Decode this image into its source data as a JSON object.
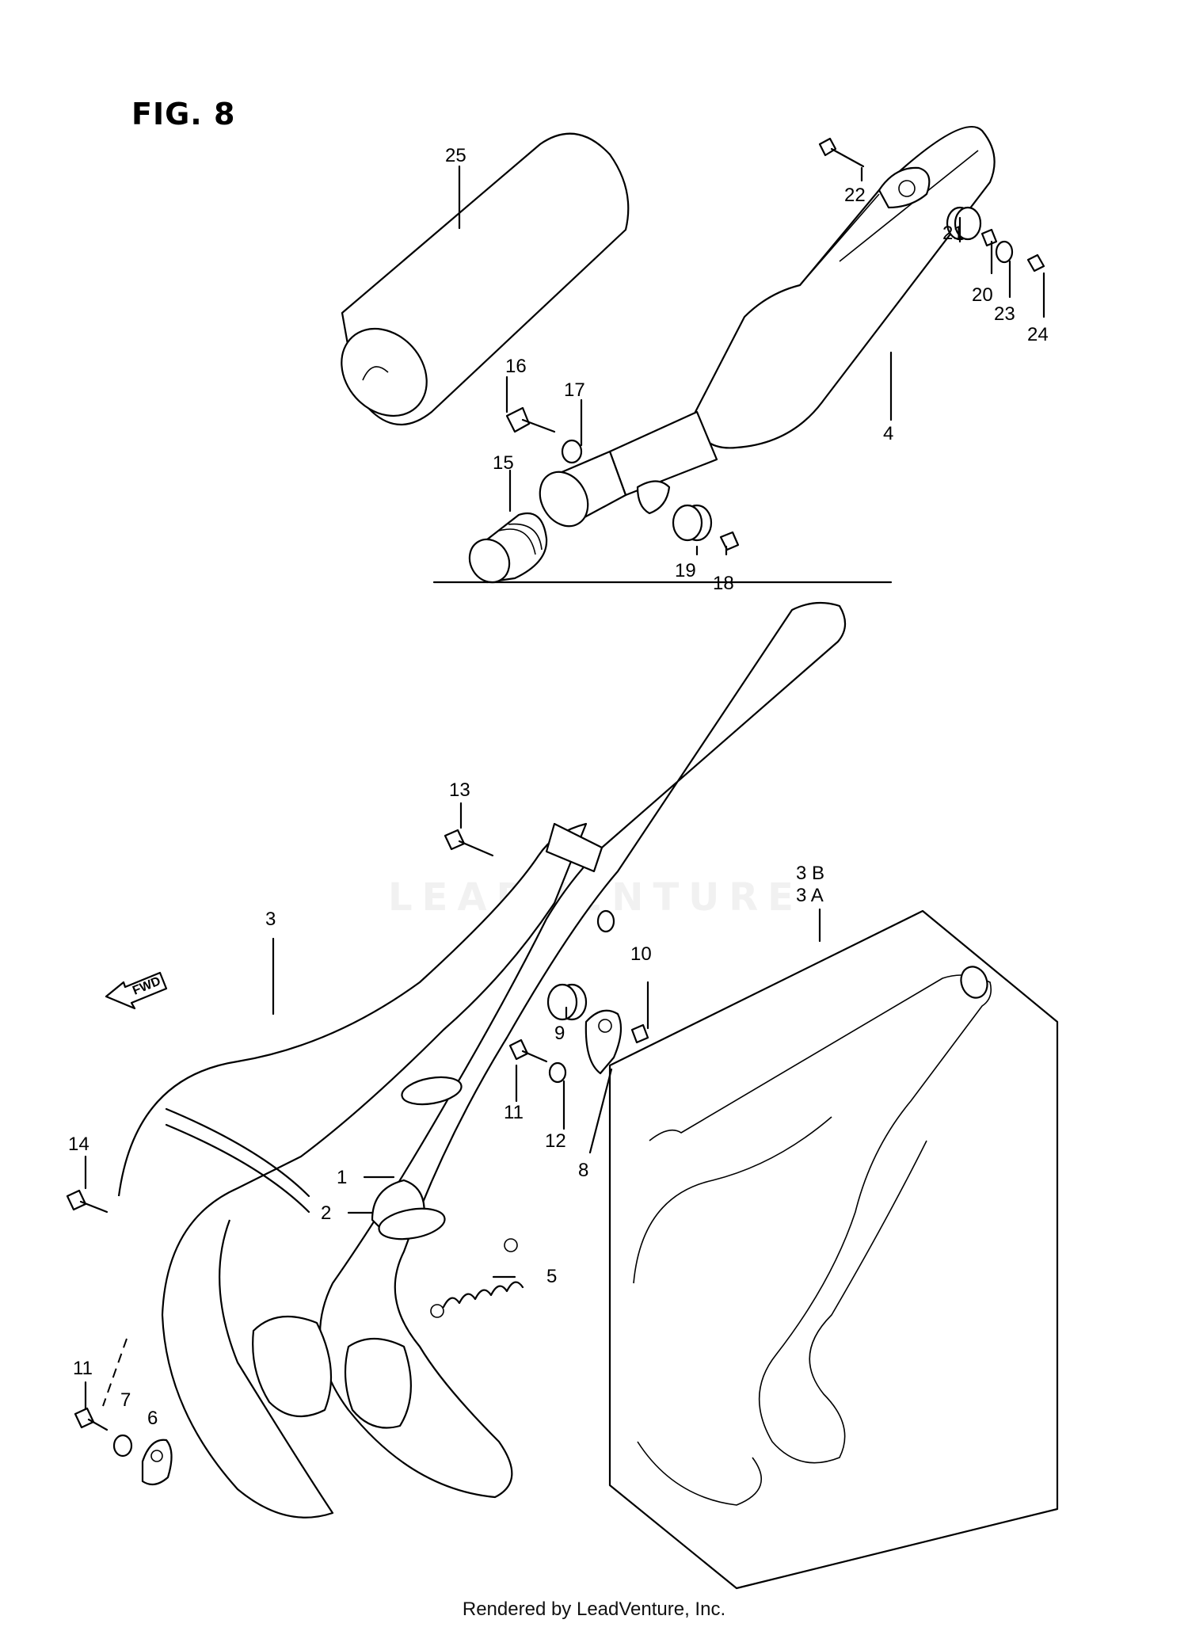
{
  "figure": {
    "title": "FIG. 8"
  },
  "watermark": "LEADVENTURE",
  "footer": "Rendered by LeadVenture, Inc.",
  "callouts": {
    "c1": "1",
    "c2": "2",
    "c3": "3",
    "c3a": "3 A",
    "c3b": "3 B",
    "c4": "4",
    "c5": "5",
    "c6": "6",
    "c7": "7",
    "c8": "8",
    "c9": "9",
    "c10": "10",
    "c11a": "11",
    "c11b": "11",
    "c12": "12",
    "c13": "13",
    "c14": "14",
    "c15": "15",
    "c16": "16",
    "c17": "17",
    "c18": "18",
    "c19": "19",
    "c20": "20",
    "c21": "21",
    "c22": "22",
    "c23": "23",
    "c24": "24",
    "c25": "25"
  },
  "fwd_badge": "FWD"
}
